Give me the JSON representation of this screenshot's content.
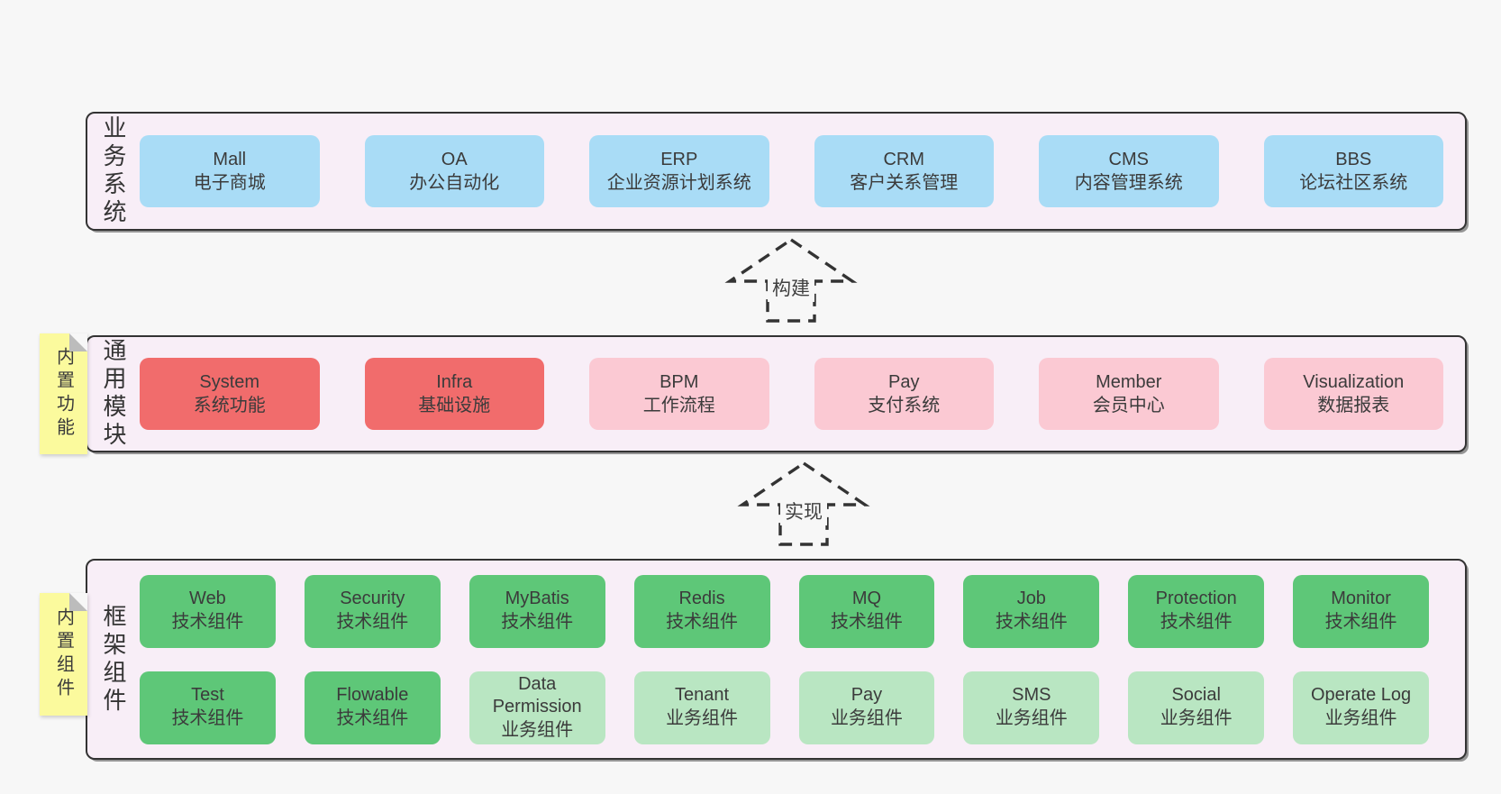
{
  "colors": {
    "page-bg": "#f7f7f7",
    "panel-bg": "#f8eef7",
    "panel-border": "#333333",
    "box-blue": "#a9dcf6",
    "box-red": "#f16c6c",
    "box-pink": "#fbc9d3",
    "box-green": "#5ec778",
    "box-light-green": "#b9e6c2",
    "sticky-yellow": "#fbfa9d",
    "sticky-fold": "#bcbcbc",
    "text": "#3b3b3b"
  },
  "layers": {
    "business": {
      "label": "业务系统",
      "boxes": [
        {
          "name": "Mall",
          "desc": "电子商城"
        },
        {
          "name": "OA",
          "desc": "办公自动化"
        },
        {
          "name": "ERP",
          "desc": "企业资源计划系统"
        },
        {
          "name": "CRM",
          "desc": "客户关系管理"
        },
        {
          "name": "CMS",
          "desc": "内容管理系统"
        },
        {
          "name": "BBS",
          "desc": "论坛社区系统"
        }
      ]
    },
    "modules": {
      "label": "通用模块",
      "sticky": "内置功能",
      "boxes": [
        {
          "name": "System",
          "desc": "系统功能",
          "variant": "red"
        },
        {
          "name": "Infra",
          "desc": "基础设施",
          "variant": "red"
        },
        {
          "name": "BPM",
          "desc": "工作流程",
          "variant": "pink"
        },
        {
          "name": "Pay",
          "desc": "支付系统",
          "variant": "pink"
        },
        {
          "name": "Member",
          "desc": "会员中心",
          "variant": "pink"
        },
        {
          "name": "Visualization",
          "desc": "数据报表",
          "variant": "pink"
        }
      ]
    },
    "components": {
      "label": "框架组件",
      "sticky": "内置组件",
      "row1": [
        {
          "name": "Web",
          "desc": "技术组件",
          "variant": "green"
        },
        {
          "name": "Security",
          "desc": "技术组件",
          "variant": "green"
        },
        {
          "name": "MyBatis",
          "desc": "技术组件",
          "variant": "green"
        },
        {
          "name": "Redis",
          "desc": "技术组件",
          "variant": "green"
        },
        {
          "name": "MQ",
          "desc": "技术组件",
          "variant": "green"
        },
        {
          "name": "Job",
          "desc": "技术组件",
          "variant": "green"
        },
        {
          "name": "Protection",
          "desc": "技术组件",
          "variant": "green"
        },
        {
          "name": "Monitor",
          "desc": "技术组件",
          "variant": "green"
        }
      ],
      "row2": [
        {
          "name": "Test",
          "desc": "技术组件",
          "variant": "green"
        },
        {
          "name": "Flowable",
          "desc": "技术组件",
          "variant": "green"
        },
        {
          "name": "Data Permission",
          "desc": "业务组件",
          "variant": "light-green"
        },
        {
          "name": "Tenant",
          "desc": "业务组件",
          "variant": "light-green"
        },
        {
          "name": "Pay",
          "desc": "业务组件",
          "variant": "light-green"
        },
        {
          "name": "SMS",
          "desc": "业务组件",
          "variant": "light-green"
        },
        {
          "name": "Social",
          "desc": "业务组件",
          "variant": "light-green"
        },
        {
          "name": "Operate Log",
          "desc": "业务组件",
          "variant": "light-green"
        }
      ]
    }
  },
  "arrows": {
    "build": {
      "label": "构建"
    },
    "implement": {
      "label": "实现"
    }
  }
}
